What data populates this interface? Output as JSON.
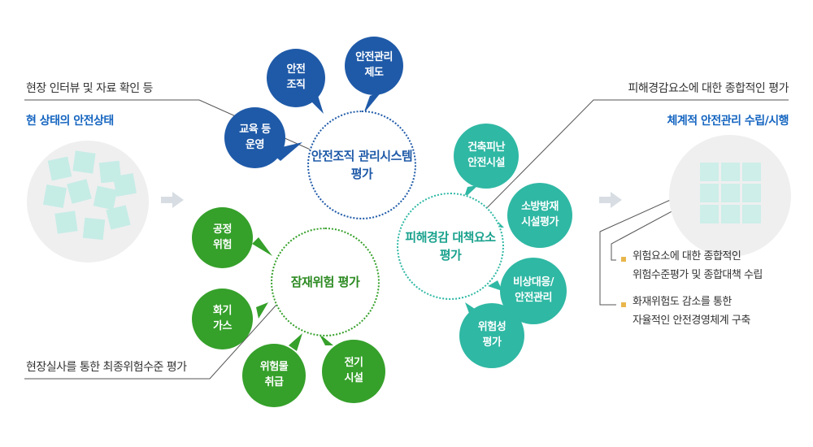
{
  "left": {
    "top_note": "현장 인터뷰 및 자료 확인 등",
    "heading": "현 상태의 안전상태",
    "bottom_note": "현장실사를 통한 최종위험수준 평가"
  },
  "navy_group": {
    "center": [
      "안전조직",
      "관리시스템",
      "평가"
    ],
    "bubbles": [
      [
        "안전",
        "조직"
      ],
      [
        "안전관리",
        "제도"
      ],
      [
        "교육 등",
        "운영"
      ]
    ]
  },
  "green_group": {
    "center": [
      "잠재위험 평가"
    ],
    "bubbles": [
      [
        "공정",
        "위험"
      ],
      [
        "화기",
        "가스"
      ],
      [
        "위험물",
        "취급"
      ],
      [
        "전기",
        "시설"
      ]
    ]
  },
  "teal_group": {
    "center": [
      "피해경감",
      "대책요소 평가"
    ],
    "bubbles": [
      [
        "건축피난",
        "안전시설"
      ],
      [
        "소방방재",
        "시설평가"
      ],
      [
        "비상대응/",
        "안전관리"
      ],
      [
        "위험성",
        "평가"
      ]
    ]
  },
  "right": {
    "top_note": "피해경감요소에 대한 종합적인 평가",
    "heading": "체계적 안전관리 수립/시행",
    "items": [
      [
        "위험요소에 대한 종합적인",
        "위험수준평가 및 종합대책 수립"
      ],
      [
        "화재위험도 감소를 통한",
        "자율적인 안전경영체계 구축"
      ]
    ]
  },
  "colors": {
    "navy": "#1f5aa8",
    "teal": "#2fb8a4",
    "green": "#35a02a",
    "blue_text": "#1565c0",
    "bullet": "#e8b64c"
  },
  "icons": [
    "arrow-right-icon",
    "scattered-notes-icon",
    "grid-notes-icon"
  ]
}
